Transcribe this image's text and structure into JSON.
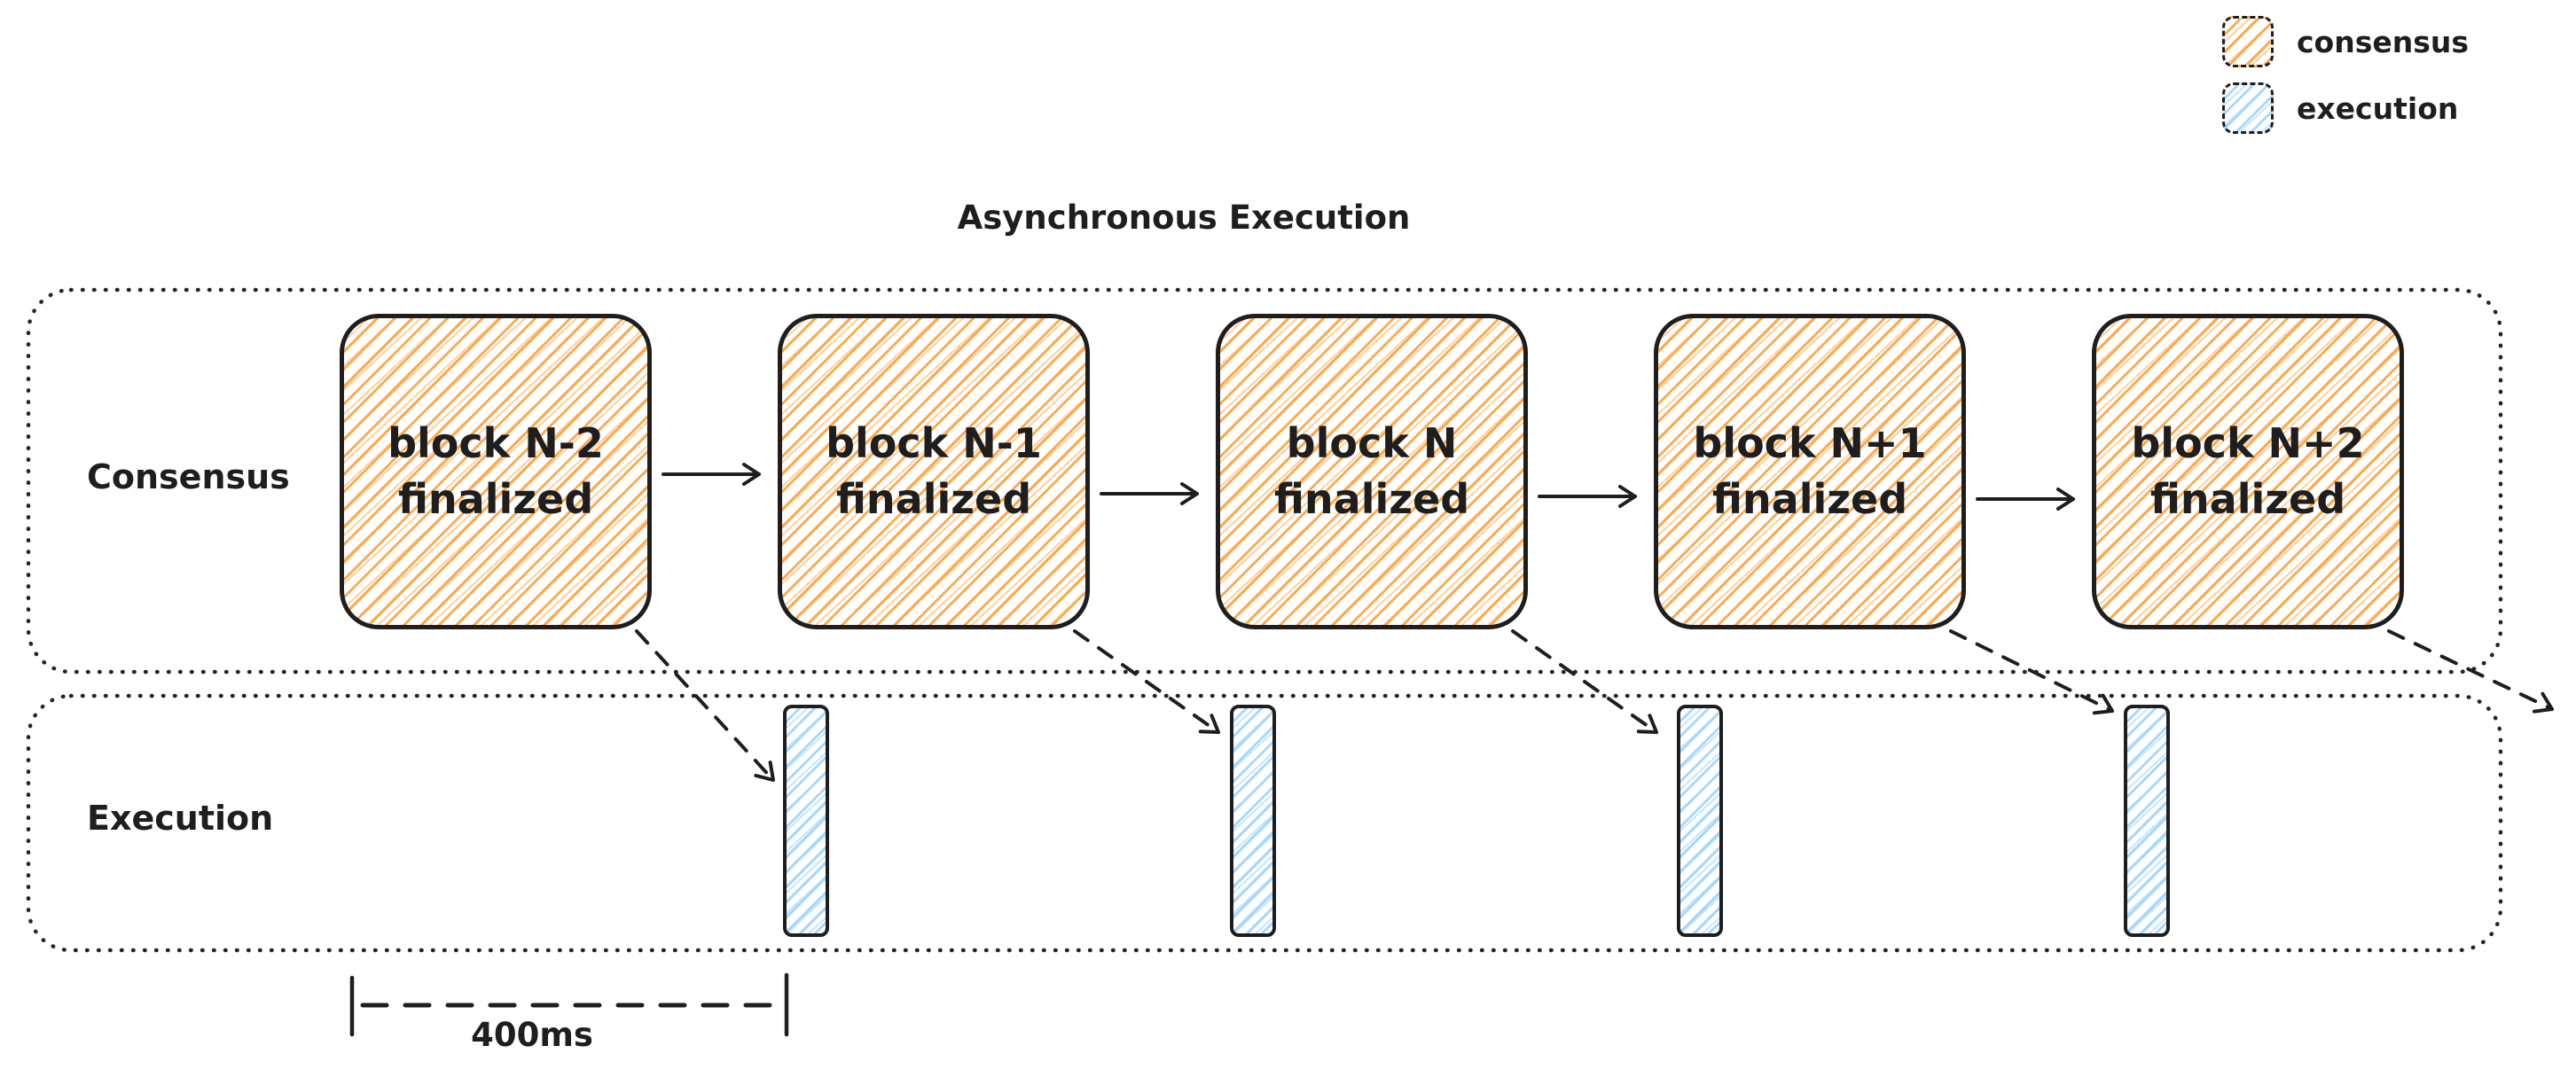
{
  "title": "Asynchronous Execution",
  "legend": {
    "items": [
      {
        "label": "consensus",
        "swatch_color": "#ffa94d"
      },
      {
        "label": "execution",
        "swatch_color": "#a5d8ff"
      }
    ]
  },
  "consensus_lane": {
    "label": "Consensus",
    "blocks": [
      {
        "label": "block N-2\nfinalized"
      },
      {
        "label": "block N-1\nfinalized"
      },
      {
        "label": "block N\nfinalized"
      },
      {
        "label": "block N+1\nfinalized"
      },
      {
        "label": "block N+2\nfinalized"
      }
    ]
  },
  "execution_lane": {
    "label": "Execution",
    "bar_count": 4
  },
  "measurement": {
    "label": "400ms"
  },
  "colors": {
    "consensus_hatch": "#ffa94d",
    "execution_hatch": "#a5d8ff",
    "stroke": "#1e1e1e"
  }
}
